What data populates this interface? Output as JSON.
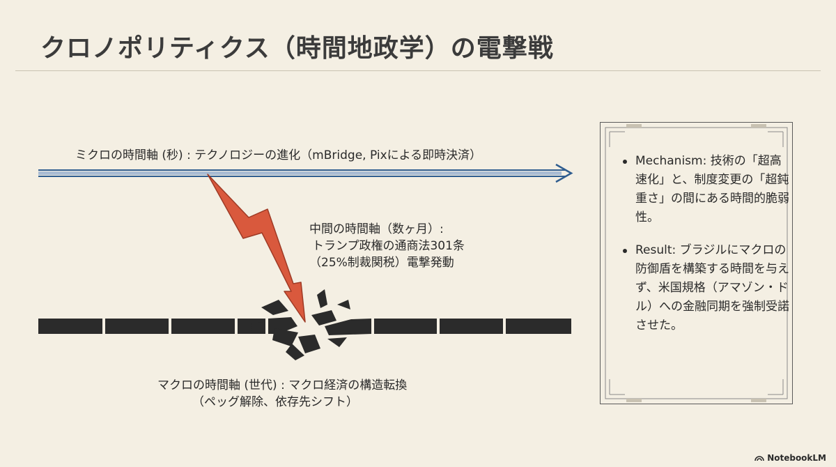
{
  "title": "クロノポリティクス（時間地政学）の電撃戦",
  "labels": {
    "micro": "ミクロの時間軸 (秒) : テクノロジーの進化（mBridge, Pixによる即時決済）",
    "mid_line1": "中間の時間軸（数ヶ月）:",
    "mid_line2": "トランプ政権の通商法301条",
    "mid_line3": "（25%制裁関税）電撃発動",
    "macro_line1": "マクロの時間軸 (世代) : マクロ経済の構造転換",
    "macro_line2": "（ペッグ解除、依存先シフト）"
  },
  "panel": {
    "bullets": [
      "Mechanism: 技術の「超高速化」と、制度変更の「超鈍重さ」の間にある時間的脆弱性。",
      "Result: ブラジルにマクロの防御盾を構築する時間を与えず、米国規格（アマゾン・ドル）への金融同期を強制受諾させた。"
    ]
  },
  "colors": {
    "background": "#f4efe3",
    "arrow_blue": "#2f5d8f",
    "lightning_red": "#d9593d",
    "bar_dark": "#2b2b2b"
  },
  "watermark": "NotebookLM"
}
